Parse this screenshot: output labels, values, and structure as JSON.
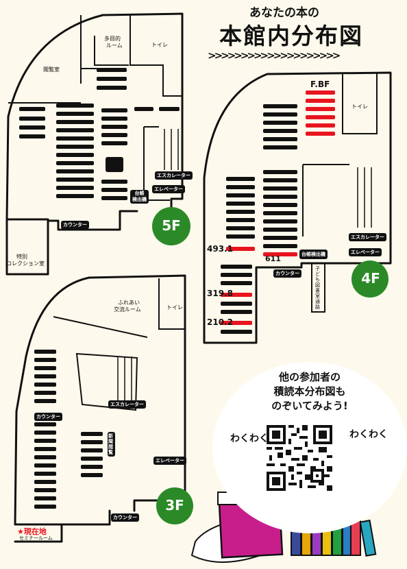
{
  "header": {
    "subtitle": "あなたの本の",
    "title": "本館内分布図",
    "chevrons": ">>>>>>>>>>>>>>>>>>>>"
  },
  "floors": {
    "f5": {
      "badge": "5F",
      "rooms": {
        "reading": "閲覧室",
        "multipurpose_1": "多目的",
        "multipurpose_2": "ルーム",
        "toilet": "トイレ",
        "escalator": "エスカレーター",
        "elevator": "エレベーター",
        "newspaper_1": "台帳",
        "newspaper_2": "検出機",
        "counter": "カウンター",
        "special_1": "特別",
        "special_2": "コレクション室"
      }
    },
    "f4": {
      "badge": "4F",
      "rooms": {
        "fbf": "F.BF",
        "toilet": "トイレ",
        "escalator": "エスカレーター",
        "elevator": "エレベーター",
        "newspaper": "台帳検出機",
        "counter": "カウンター",
        "children": "子ども図書室通路"
      },
      "shelf_labels": [
        "493.1",
        "611",
        "319.8",
        "210.2"
      ]
    },
    "f3": {
      "badge": "3F",
      "rooms": {
        "exchange_1": "ふれあい",
        "exchange_2": "交流ルーム",
        "toilet": "トイレ",
        "escalator": "エスカレーター",
        "counter_1": "カウンター",
        "counter_2": "カウンター",
        "newspaper": "新聞閲覧",
        "elevator": "エレベーター",
        "here": "★現在地",
        "seminar": "セミナールーム"
      }
    }
  },
  "cta": {
    "line1": "他の参加者の",
    "line2": "積読本分布図も",
    "line3": "のぞいてみよう!",
    "waku_left": "わくわく",
    "waku_right": "わくわく"
  },
  "colors": {
    "highlight": "#e8141e",
    "badge": "#2b8a27",
    "shelf": "#111111",
    "background": "#fdf9ec"
  }
}
